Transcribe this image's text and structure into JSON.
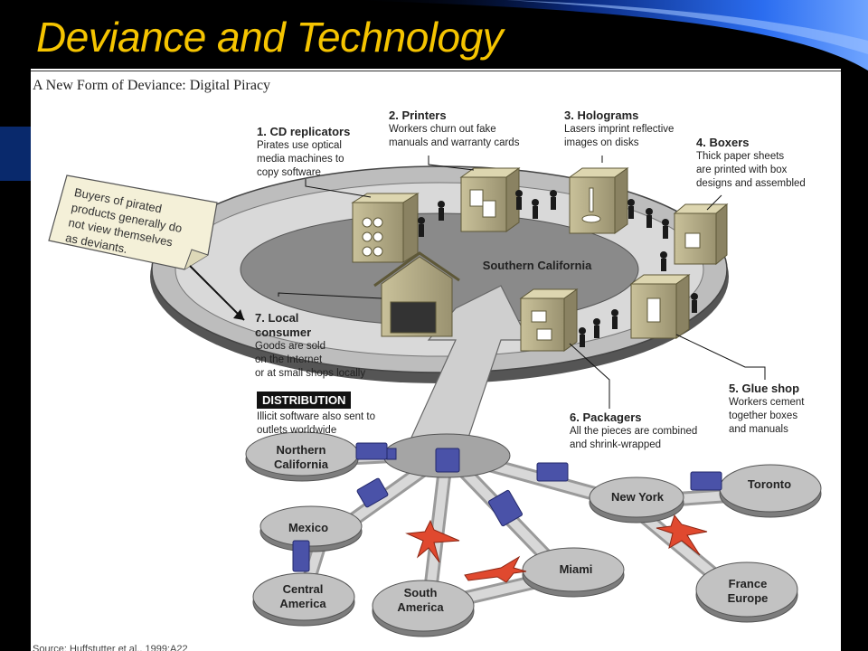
{
  "slide": {
    "title": "Deviance and Technology",
    "colors": {
      "background": "#000000",
      "title": "#f5c400",
      "swoosh": "#1e5bd6"
    }
  },
  "figure": {
    "heading": "A New Form of Deviance: Digital Piracy",
    "note": [
      "Buyers of pirated",
      "products generally do",
      "not view themselves",
      "as  deviants."
    ],
    "steps": [
      {
        "title": "1. CD replicators",
        "lines": [
          "Pirates use optical",
          "media machines to",
          "copy software"
        ]
      },
      {
        "title": "2. Printers",
        "lines": [
          "Workers churn out fake",
          "manuals and warranty cards"
        ]
      },
      {
        "title": "3. Holograms",
        "lines": [
          "Lasers imprint reflective",
          "images on disks"
        ]
      },
      {
        "title": "4. Boxers",
        "lines": [
          "Thick paper sheets",
          "are printed with box",
          "designs and assembled"
        ]
      },
      {
        "title": "5. Glue shop",
        "lines": [
          "Workers cement",
          "together boxes",
          "and manuals"
        ]
      },
      {
        "title": "6. Packagers",
        "lines": [
          "All the pieces are combined",
          "and shrink-wrapped"
        ]
      },
      {
        "title": "7. Local",
        "title2": "consumer",
        "lines": [
          "Goods are sold",
          "on the Internet",
          "or at small shops locally"
        ]
      }
    ],
    "hub_label": "Southern California",
    "distribution": {
      "label": "DISTRIBUTION",
      "lines": [
        "Illicit software also sent to",
        "outlets worldwide"
      ]
    },
    "destinations": {
      "northern_california": [
        "Northern",
        "California"
      ],
      "mexico": [
        "Mexico"
      ],
      "central_america": [
        "Central",
        "America"
      ],
      "south_america": [
        "South",
        "America"
      ],
      "miami": [
        "Miami"
      ],
      "new_york": [
        "New York"
      ],
      "toronto": [
        "Toronto"
      ],
      "france_europe": [
        "France",
        "Europe"
      ]
    },
    "source": "Source: Huffstutter et al., 1999:A22"
  }
}
